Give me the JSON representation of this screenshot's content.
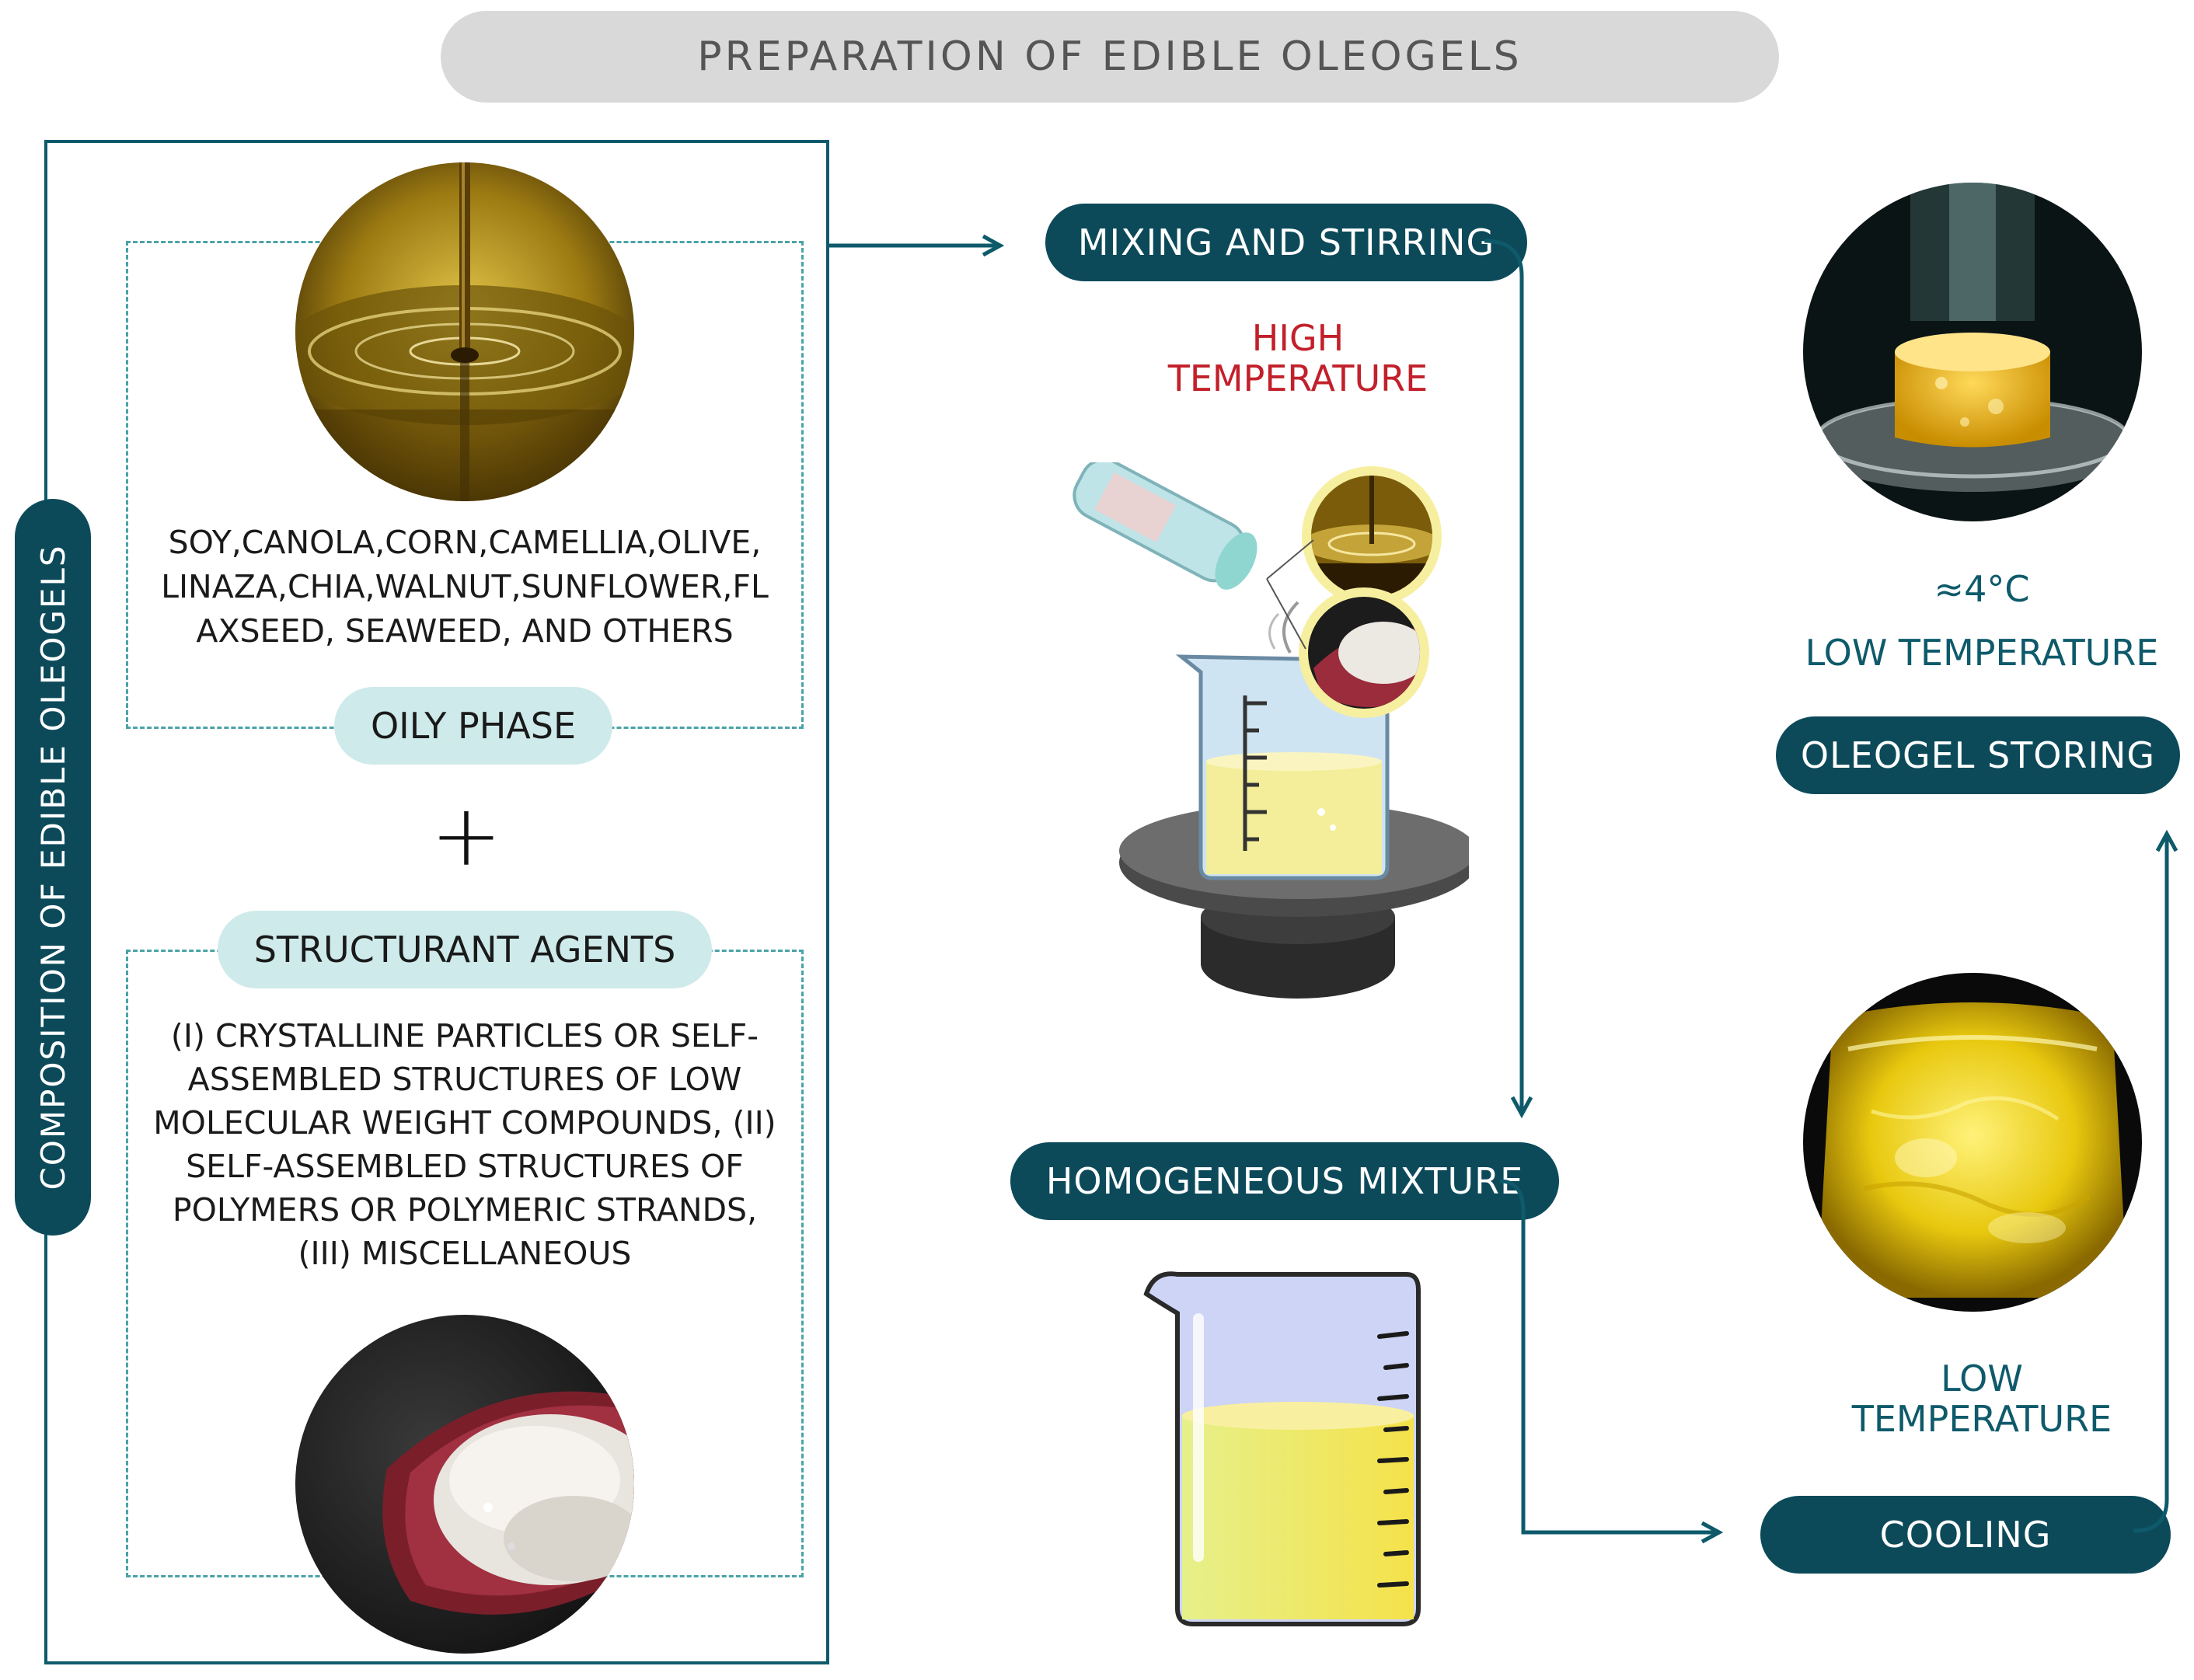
{
  "title": "PREPARATION OF EDIBLE OLEOGELS",
  "side_label": "COMPOSITION OF EDIBLE OLEOGELS",
  "oily_phase": {
    "oils_line1": "SOY,CANOLA,CORN,CAMELLIA,OLIVE,",
    "oils_line2": "LINAZA,CHIA,WALNUT,SUNFLOWER,FL",
    "oils_line3": "AXSEED, SEAWEED, AND OTHERS",
    "label": "OILY PHASE"
  },
  "plus": "+",
  "structurant": {
    "label": "STRUCTURANT AGENTS",
    "line1": "(I) CRYSTALLINE PARTICLES OR SELF-",
    "line2": "ASSEMBLED STRUCTURES OF LOW",
    "line3": "MOLECULAR WEIGHT COMPOUNDS, (II)",
    "line4": "SELF-ASSEMBLED STRUCTURES OF",
    "line5": "POLYMERS OR POLYMERIC STRANDS,",
    "line6": "(III) MISCELLANEOUS"
  },
  "steps": {
    "mixing": "MIXING AND STIRRING",
    "high_temp_1": "HIGH",
    "high_temp_2": "TEMPERATURE",
    "homogeneous": "HOMOGENEOUS MIXTURE",
    "cooling": "COOLING",
    "low_temp_1": "LOW",
    "low_temp_2": "TEMPERATURE",
    "storing": "OLEOGEL STORING",
    "storing_temp": "≈4°C",
    "storing_low_temp": "LOW TEMPERATURE"
  },
  "colors": {
    "dark_teal": "#0c4a5a",
    "light_teal": "#cfeaea",
    "dashed_teal": "#4aa3a6",
    "red": "#c2202a",
    "title_gray": "#d9d9d9"
  }
}
